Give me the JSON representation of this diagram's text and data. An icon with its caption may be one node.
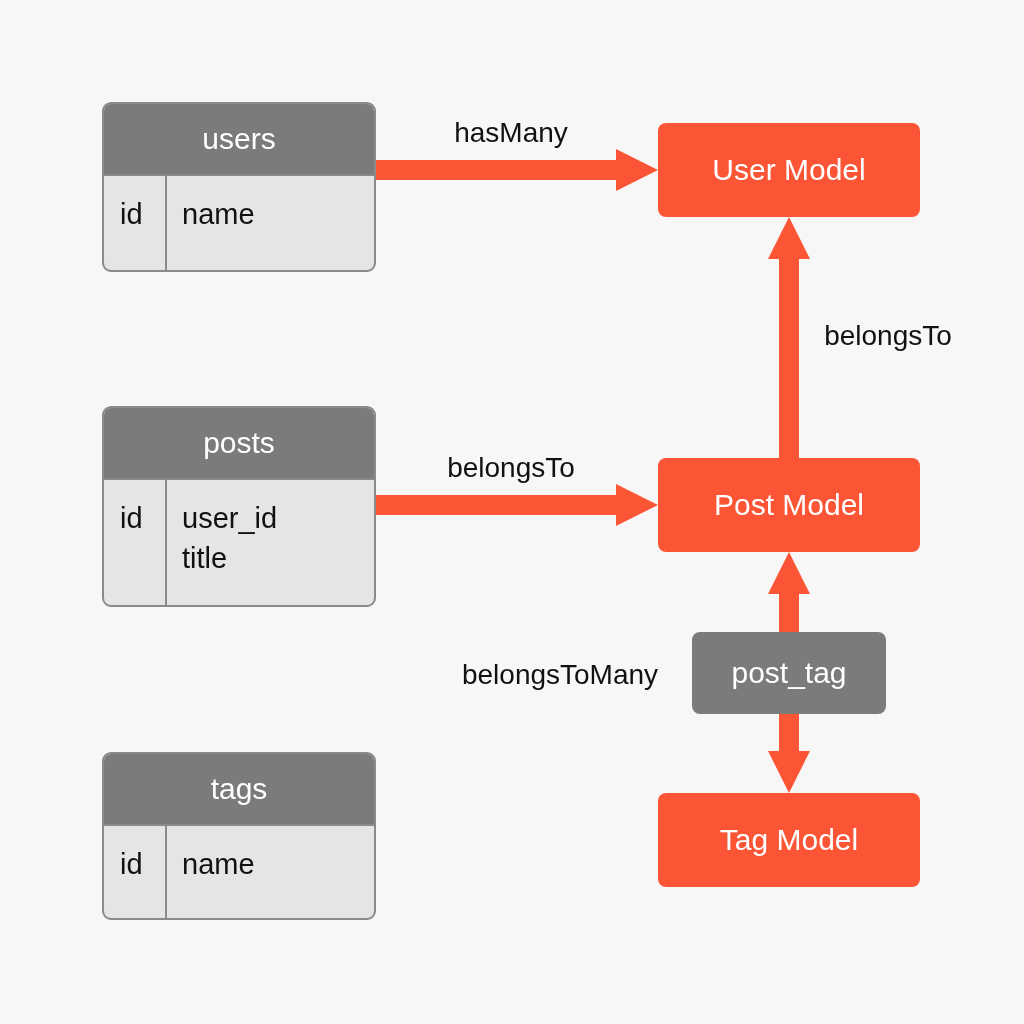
{
  "diagram": {
    "nodes": [
      {
        "text": [
          "users",
          "id",
          "name"
        ]
      },
      {
        "text": [
          "User Model"
        ]
      },
      {
        "text": [
          "posts",
          "id",
          "user_id",
          "title"
        ]
      },
      {
        "text": [
          "Post Model"
        ]
      },
      {
        "text": [
          "post_tag"
        ],
        "beside": [
          "belongsToMany"
        ]
      },
      {
        "text": [
          "tags",
          "id",
          "name"
        ]
      },
      {
        "text": [
          "Tag Model"
        ]
      }
    ],
    "edges": [
      {
        "from": 0,
        "to": 1,
        "arrow": "to",
        "label": "hasMany"
      },
      {
        "from": 2,
        "to": 3,
        "arrow": "to",
        "label": "belongsTo"
      },
      {
        "from": 3,
        "to": 1,
        "arrow": "to",
        "label": "belongsTo"
      },
      {
        "from": 4,
        "to": 3,
        "arrow": "to"
      },
      {
        "from": 4,
        "to": 6,
        "arrow": "to"
      }
    ]
  }
}
